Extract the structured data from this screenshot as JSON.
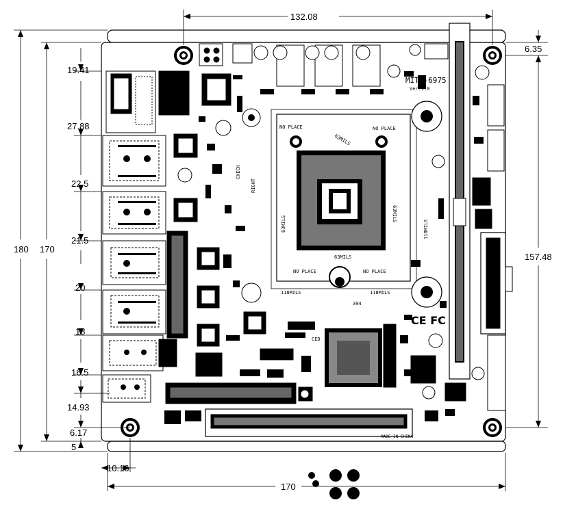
{
  "drawing": {
    "board_label": "MITX-6975",
    "board_version": "Ver:1.0",
    "made_in": "MADE IN CHINA",
    "cert_marks": "CE FC",
    "no_place": "NO PLACE",
    "ref_394": "394",
    "ref_ced": "CED",
    "silk_63mils": "63MILS",
    "silk_118mils": "118MILS",
    "silk_check": "CHECK",
    "silk_right": "RIGHT"
  },
  "dimensions": {
    "top_width": "132.08",
    "bottom_width": "170",
    "left_outer_height": "180",
    "left_inner_height": "170",
    "right_height": "157.48",
    "right_top_offset": "6.35",
    "bottom_left_offset": "10.16",
    "left_stack": [
      "19.41",
      "27.88",
      "22.5",
      "21.5",
      "20",
      "18",
      "16.5",
      "14.93",
      "6.17",
      "5"
    ]
  }
}
